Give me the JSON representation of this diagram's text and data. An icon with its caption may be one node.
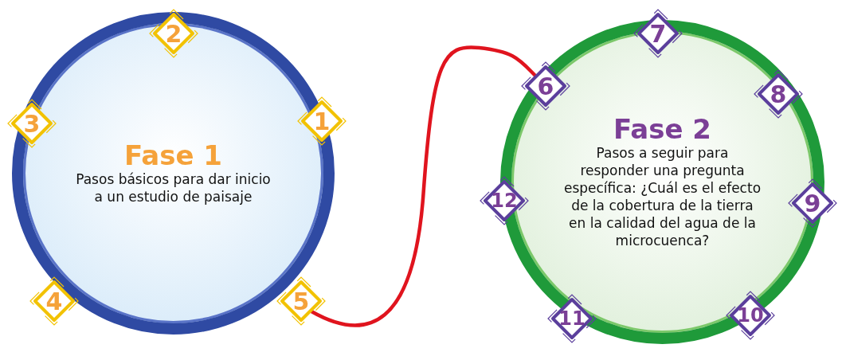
{
  "diagram": {
    "nodes": [
      {
        "text": [
          "Fase 1",
          "Pasos básicos para dar inicio a un estudio de paisaje"
        ]
      },
      {
        "text": [
          "1"
        ],
        "in": 0
      },
      {
        "text": [
          "2"
        ],
        "in": 0
      },
      {
        "text": [
          "3"
        ],
        "in": 0
      },
      {
        "text": [
          "4"
        ],
        "in": 0
      },
      {
        "text": [
          "5"
        ],
        "in": 0
      },
      {
        "text": [
          "Fase 2",
          "Pasos a seguir para responder una pregunta específica: ¿Cuál es el efecto de la cobertura de la tierra en la calidad del agua de la microcuenca?"
        ]
      },
      {
        "text": [
          "6"
        ],
        "in": 6
      },
      {
        "text": [
          "7"
        ],
        "in": 6
      },
      {
        "text": [
          "8"
        ],
        "in": 6
      },
      {
        "text": [
          "9"
        ],
        "in": 6
      },
      {
        "text": [
          "10"
        ],
        "in": 6
      },
      {
        "text": [
          "11"
        ],
        "in": 6
      },
      {
        "text": [
          "12"
        ],
        "in": 6
      }
    ],
    "edges": [
      {
        "from": 5,
        "to": 7,
        "arrow": "none"
      }
    ]
  }
}
